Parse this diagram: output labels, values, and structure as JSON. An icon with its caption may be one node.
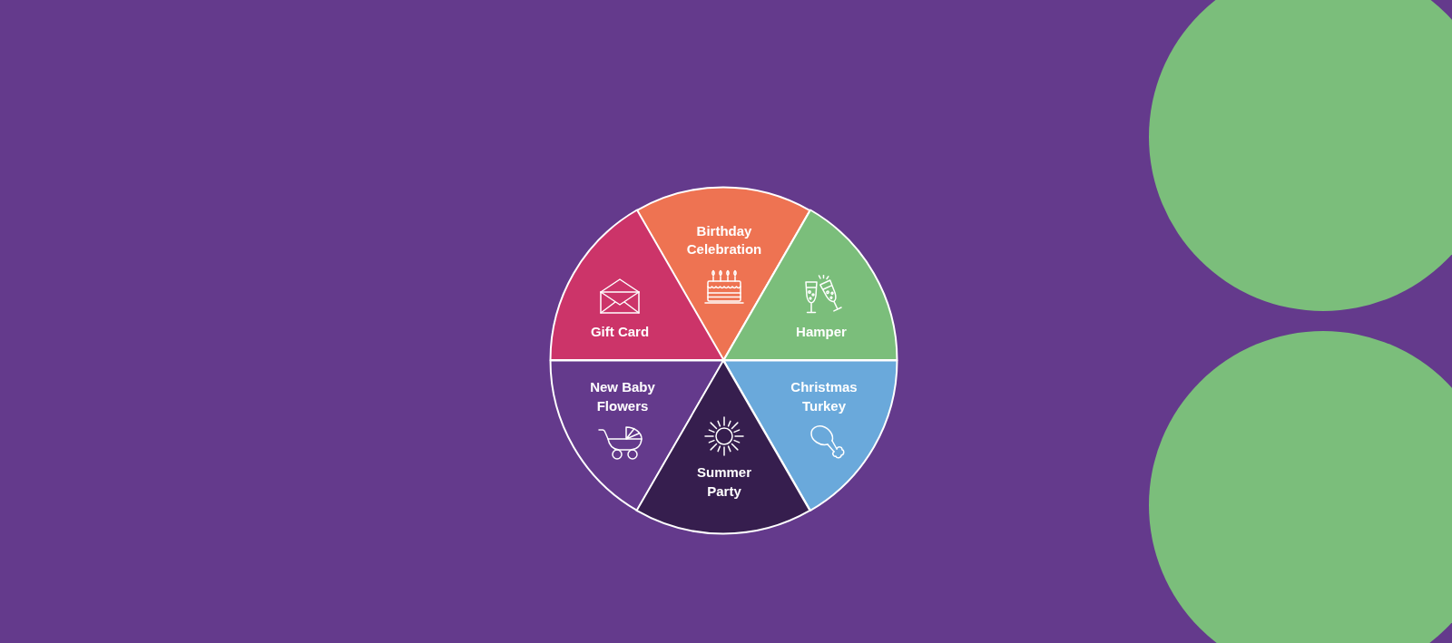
{
  "diagram": {
    "nodes": [
      {
        "text": [
          "Birthday Celebration"
        ]
      },
      {
        "text": [
          "Gift Card"
        ]
      },
      {
        "text": [
          "Hamper"
        ]
      },
      {
        "text": [
          "New Baby Flowers"
        ]
      },
      {
        "text": [
          "Christmas Turkey"
        ]
      },
      {
        "text": [
          "Summer Party"
        ]
      }
    ]
  }
}
